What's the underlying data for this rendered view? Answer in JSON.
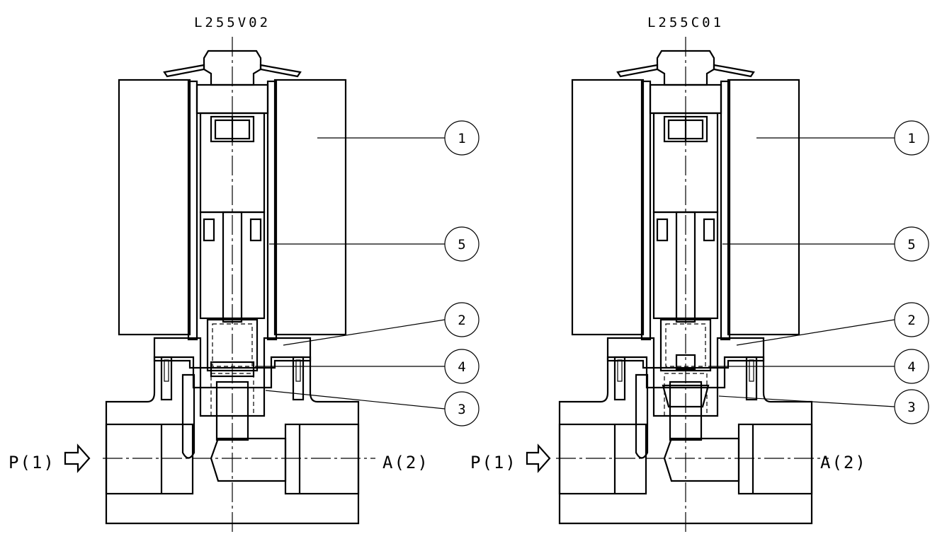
{
  "valves": [
    {
      "model": "L255V02",
      "port_in": "P(1)",
      "port_out": "A(2)",
      "callouts": [
        "1",
        "5",
        "2",
        "4",
        "3"
      ]
    },
    {
      "model": "L255C01",
      "port_in": "P(1)",
      "port_out": "A(2)",
      "callouts": [
        "1",
        "5",
        "2",
        "4",
        "3"
      ]
    }
  ],
  "colors": {
    "ink": "#000000",
    "paper": "#ffffff"
  }
}
